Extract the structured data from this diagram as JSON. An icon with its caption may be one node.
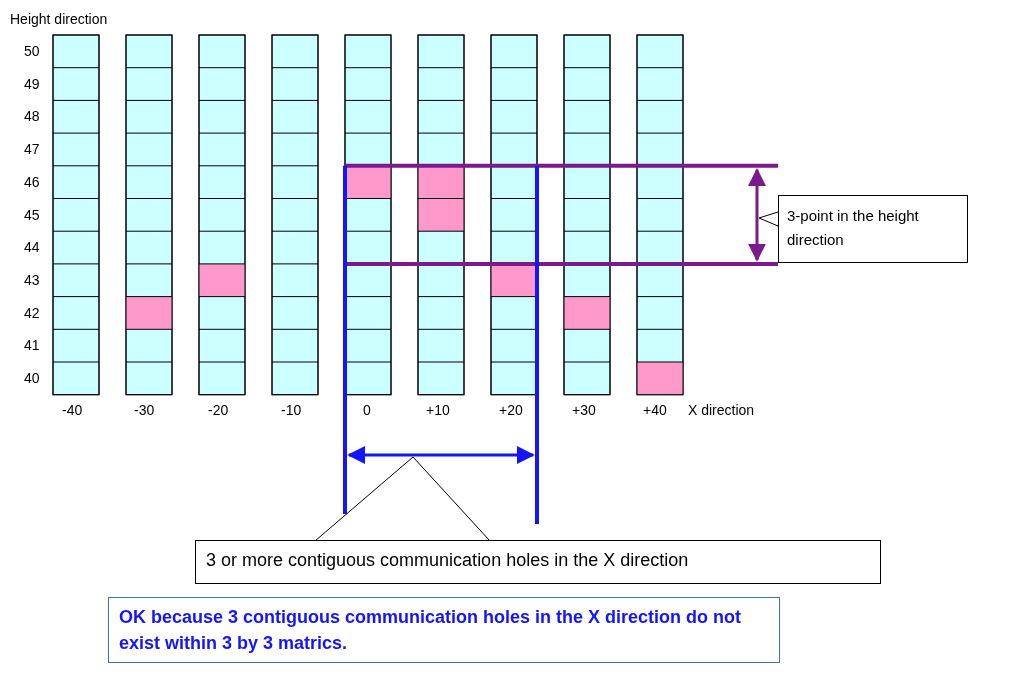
{
  "diagram": {
    "nodes": [
      {
        "text": [
          "3-point in the height direction"
        ]
      },
      {
        "text": [
          "3 or more contiguous communication holes in the X direction"
        ]
      },
      {
        "text": [
          "OK because 3 contiguous communication holes in the X direction do not exist within 3 by 3 matrics."
        ]
      }
    ],
    "labels": [
      "Height direction",
      "50",
      "49",
      "48",
      "47",
      "46",
      "45",
      "44",
      "43",
      "42",
      "41",
      "40",
      "-40",
      "-30",
      "-20",
      "-10",
      "0",
      "+10",
      "+20",
      "+30",
      "+40",
      "X direction"
    ]
  }
}
